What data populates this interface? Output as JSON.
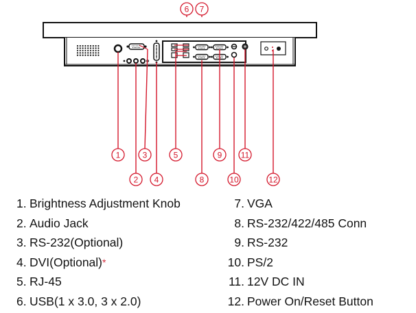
{
  "title": "Rear I/O panel connector diagram",
  "accent_color": "#d4182c",
  "callouts": [
    {
      "id": "1",
      "label": "Brightness Adjustment Knob"
    },
    {
      "id": "2",
      "label": "Audio Jack"
    },
    {
      "id": "3",
      "label": "RS-232(Optional)"
    },
    {
      "id": "4",
      "label": "DVI(Optional)",
      "note_mark": "*"
    },
    {
      "id": "5",
      "label": "RJ-45"
    },
    {
      "id": "6",
      "label": "USB(1 x 3.0, 3 x 2.0)"
    },
    {
      "id": "7",
      "label": "VGA"
    },
    {
      "id": "8",
      "label": "RS-232/422/485 Conn"
    },
    {
      "id": "9",
      "label": "RS-232"
    },
    {
      "id": "10",
      "label": "PS/2"
    },
    {
      "id": "11",
      "label": "12V DC IN"
    },
    {
      "id": "12",
      "label": "Power On/Reset Button"
    }
  ],
  "legend_left": [
    {
      "num": "1.",
      "label": "Brightness Adjustment Knob"
    },
    {
      "num": "2.",
      "label": "Audio Jack"
    },
    {
      "num": "3.",
      "label": "RS-232(Optional)"
    },
    {
      "num": "4.",
      "label": "DVI(Optional)",
      "mark": "*"
    },
    {
      "num": "5.",
      "label": "RJ-45"
    },
    {
      "num": "6.",
      "label": "USB(1 x 3.0, 3 x 2.0)"
    }
  ],
  "legend_right": [
    {
      "num": "7.",
      "label": "VGA"
    },
    {
      "num": "8.",
      "label": "RS-232/422/485 Conn"
    },
    {
      "num": "9.",
      "label": "RS-232"
    },
    {
      "num": "10.",
      "label": "PS/2"
    },
    {
      "num": "11.",
      "label": "12V DC IN"
    },
    {
      "num": "12.",
      "label": "Power On/Reset Button"
    }
  ]
}
